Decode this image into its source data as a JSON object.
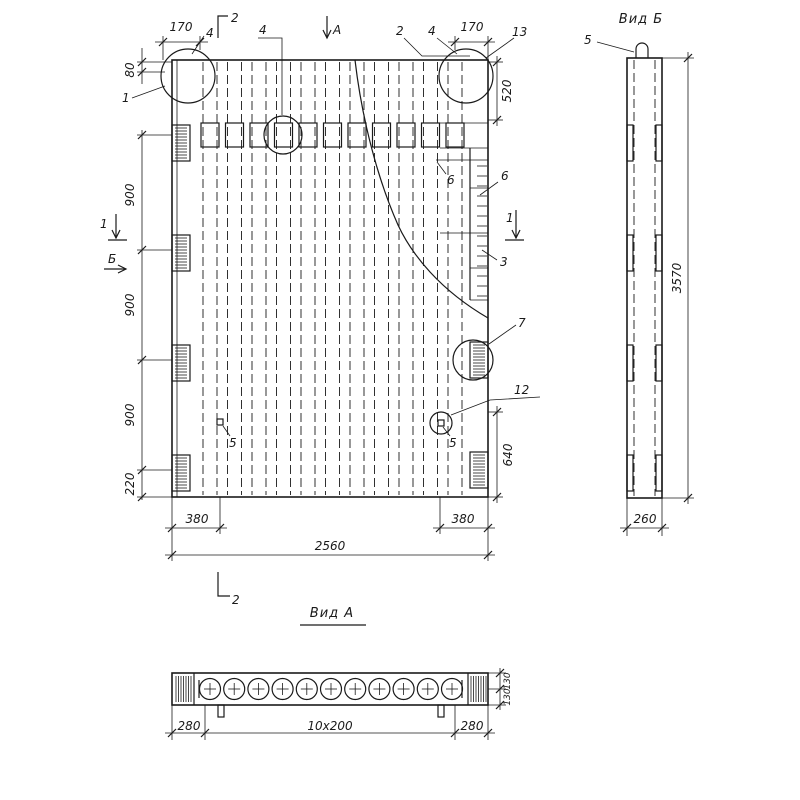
{
  "front_view": {
    "dims": {
      "top_left_170": "170",
      "top_right_170": "170",
      "left_80": "80",
      "right_520": "520",
      "left_900_top": "900",
      "left_900_mid": "900",
      "left_900_bottom": "900",
      "left_220": "220",
      "right_640": "640",
      "bottom_380_left": "380",
      "bottom_380_right": "380",
      "bottom_2560": "2560"
    },
    "markers": {
      "view_a": "А",
      "view_b": "Б",
      "section_1_left": "1",
      "section_1_right": "1",
      "section_2_top": "2",
      "section_2_bottom": "2"
    },
    "callouts": {
      "c1": "1",
      "c2": "2",
      "c3": "3",
      "c4_left": "4",
      "c4_mid": "4",
      "c4_right": "4",
      "c5_left": "5",
      "c5_right": "5",
      "c6_inner": "6",
      "c6_outer": "6",
      "c7": "7",
      "c12": "12",
      "c13": "13"
    }
  },
  "view_b": {
    "title": "Вид Б",
    "callout_5": "5",
    "dim_height": "3570",
    "dim_width": "260"
  },
  "view_a": {
    "title": "Вид А",
    "dim_left": "280",
    "dim_middle": "10x200",
    "dim_right": "280",
    "dim_thickness_upper": "130",
    "dim_thickness_lower": "130"
  }
}
